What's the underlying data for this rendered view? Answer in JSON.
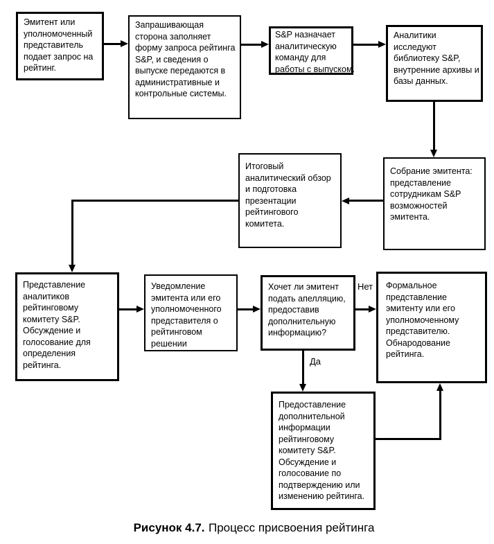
{
  "flowchart": {
    "nodes": [
      {
        "id": "issuer-request",
        "text": "Эмитент или\nуполномоченный\nпредставитель\nподает запрос на\nрейтинг."
      },
      {
        "id": "request-form",
        "text": "Запрашивающая\nсторона заполняет\nформу запроса рейтинга\nS&P, и сведения о\nвыпуске передаются в\nадминистративные и\nконтрольные системы."
      },
      {
        "id": "team-assignment",
        "text": "S&P назначает\nаналитическую\nкоманду для\nработы с выпуском."
      },
      {
        "id": "analyst-research",
        "text": "Аналитики\nисследуют\nбиблиотеку S&P,\nвнутренние архивы и\nбазы данных."
      },
      {
        "id": "issuer-meeting",
        "text": "Собрание эмитента:\nпредставление\nсотрудникам S&P\nвозможностей\nэмитента."
      },
      {
        "id": "final-analytical-review",
        "text": "Итоговый\nаналитический обзор\nи подготовка\nпрезентации\nрейтингового\nкомитета."
      },
      {
        "id": "committee-presentation",
        "text": "Представление\nаналитиков\nрейтинговому\nкомитету S&P.\nОбсуждение и\nголосование для\nопределения\nрейтинга."
      },
      {
        "id": "decision-notification",
        "text": "Уведомление\nэмитента или его\nуполномоченного\nпредставителя о\nрейтинговом\nрешении"
      },
      {
        "id": "appeal-question",
        "text": "Хочет ли эмитент\nподать апелляцию,\nпредоставив\nдополнительную\nинформацию?"
      },
      {
        "id": "formal-presentation",
        "text": "Формальное\nпредставление\nэмитенту или его\nуполномоченному\nпредставителю.\nОбнародование\nрейтинга."
      },
      {
        "id": "additional-information",
        "text": "Предоставление\nдополнительной\nинформации\nрейтинговому\nкомитету S&P.\nОбсуждение и\nголосование по\nподтверждению или\nизменению рейтинга."
      }
    ],
    "branch_labels": {
      "no": "Нет",
      "yes": "Да"
    }
  },
  "caption": {
    "label": "Рисунок 4.7.",
    "text": "Процесс присвоения рейтинга"
  },
  "colors": {
    "line": "#000000",
    "background": "#ffffff"
  }
}
